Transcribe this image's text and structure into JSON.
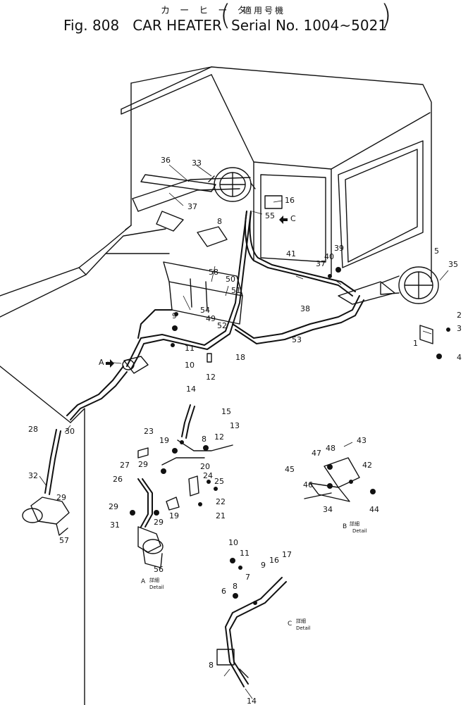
{
  "title": {
    "japanese": "カ ー ヒ ー タ",
    "series_japanese": "適用号機",
    "fig": "Fig. 808",
    "name": "CAR HEATER",
    "serial": "Serial No. 1004~5021"
  },
  "callouts": [
    {
      "text": "36"
    },
    {
      "text": "33"
    },
    {
      "text": "37"
    },
    {
      "text": "16"
    },
    {
      "text": "8"
    },
    {
      "text": "55"
    },
    {
      "text": "C"
    },
    {
      "text": "58"
    },
    {
      "text": "50"
    },
    {
      "text": "51"
    },
    {
      "text": "54"
    },
    {
      "text": "49"
    },
    {
      "text": "52"
    },
    {
      "text": "9"
    },
    {
      "text": "11"
    },
    {
      "text": "10"
    },
    {
      "text": "12"
    },
    {
      "text": "18"
    },
    {
      "text": "53"
    },
    {
      "text": "41"
    },
    {
      "text": "40"
    },
    {
      "text": "39"
    },
    {
      "text": "37"
    },
    {
      "text": "38"
    },
    {
      "text": "5"
    },
    {
      "text": "35"
    },
    {
      "text": "2"
    },
    {
      "text": "3"
    },
    {
      "text": "1"
    },
    {
      "text": "4"
    },
    {
      "text": "A"
    },
    {
      "text": "28"
    },
    {
      "text": "30"
    },
    {
      "text": "32"
    },
    {
      "text": "29"
    },
    {
      "text": "57"
    },
    {
      "text": "14"
    },
    {
      "text": "15"
    },
    {
      "text": "23"
    },
    {
      "text": "19"
    },
    {
      "text": "8"
    },
    {
      "text": "12"
    },
    {
      "text": "13"
    },
    {
      "text": "27"
    },
    {
      "text": "29"
    },
    {
      "text": "20"
    },
    {
      "text": "26"
    },
    {
      "text": "24"
    },
    {
      "text": "25"
    },
    {
      "text": "22"
    },
    {
      "text": "29"
    },
    {
      "text": "29"
    },
    {
      "text": "19"
    },
    {
      "text": "21"
    },
    {
      "text": "31"
    },
    {
      "text": "56"
    },
    {
      "text": "43"
    },
    {
      "text": "47"
    },
    {
      "text": "48"
    },
    {
      "text": "42"
    },
    {
      "text": "45"
    },
    {
      "text": "46"
    },
    {
      "text": "34"
    },
    {
      "text": "44"
    },
    {
      "text": "10"
    },
    {
      "text": "11"
    },
    {
      "text": "9"
    },
    {
      "text": "16"
    },
    {
      "text": "17"
    },
    {
      "text": "7"
    },
    {
      "text": "6"
    },
    {
      "text": "8"
    },
    {
      "text": "8"
    },
    {
      "text": "14"
    }
  ],
  "details": [
    {
      "label": "A",
      "jp": "詳細",
      "en": "Detail"
    },
    {
      "label": "B",
      "jp": "詳細",
      "en": "Detail"
    },
    {
      "label": "C",
      "jp": "詳細",
      "en": "Detail"
    }
  ]
}
